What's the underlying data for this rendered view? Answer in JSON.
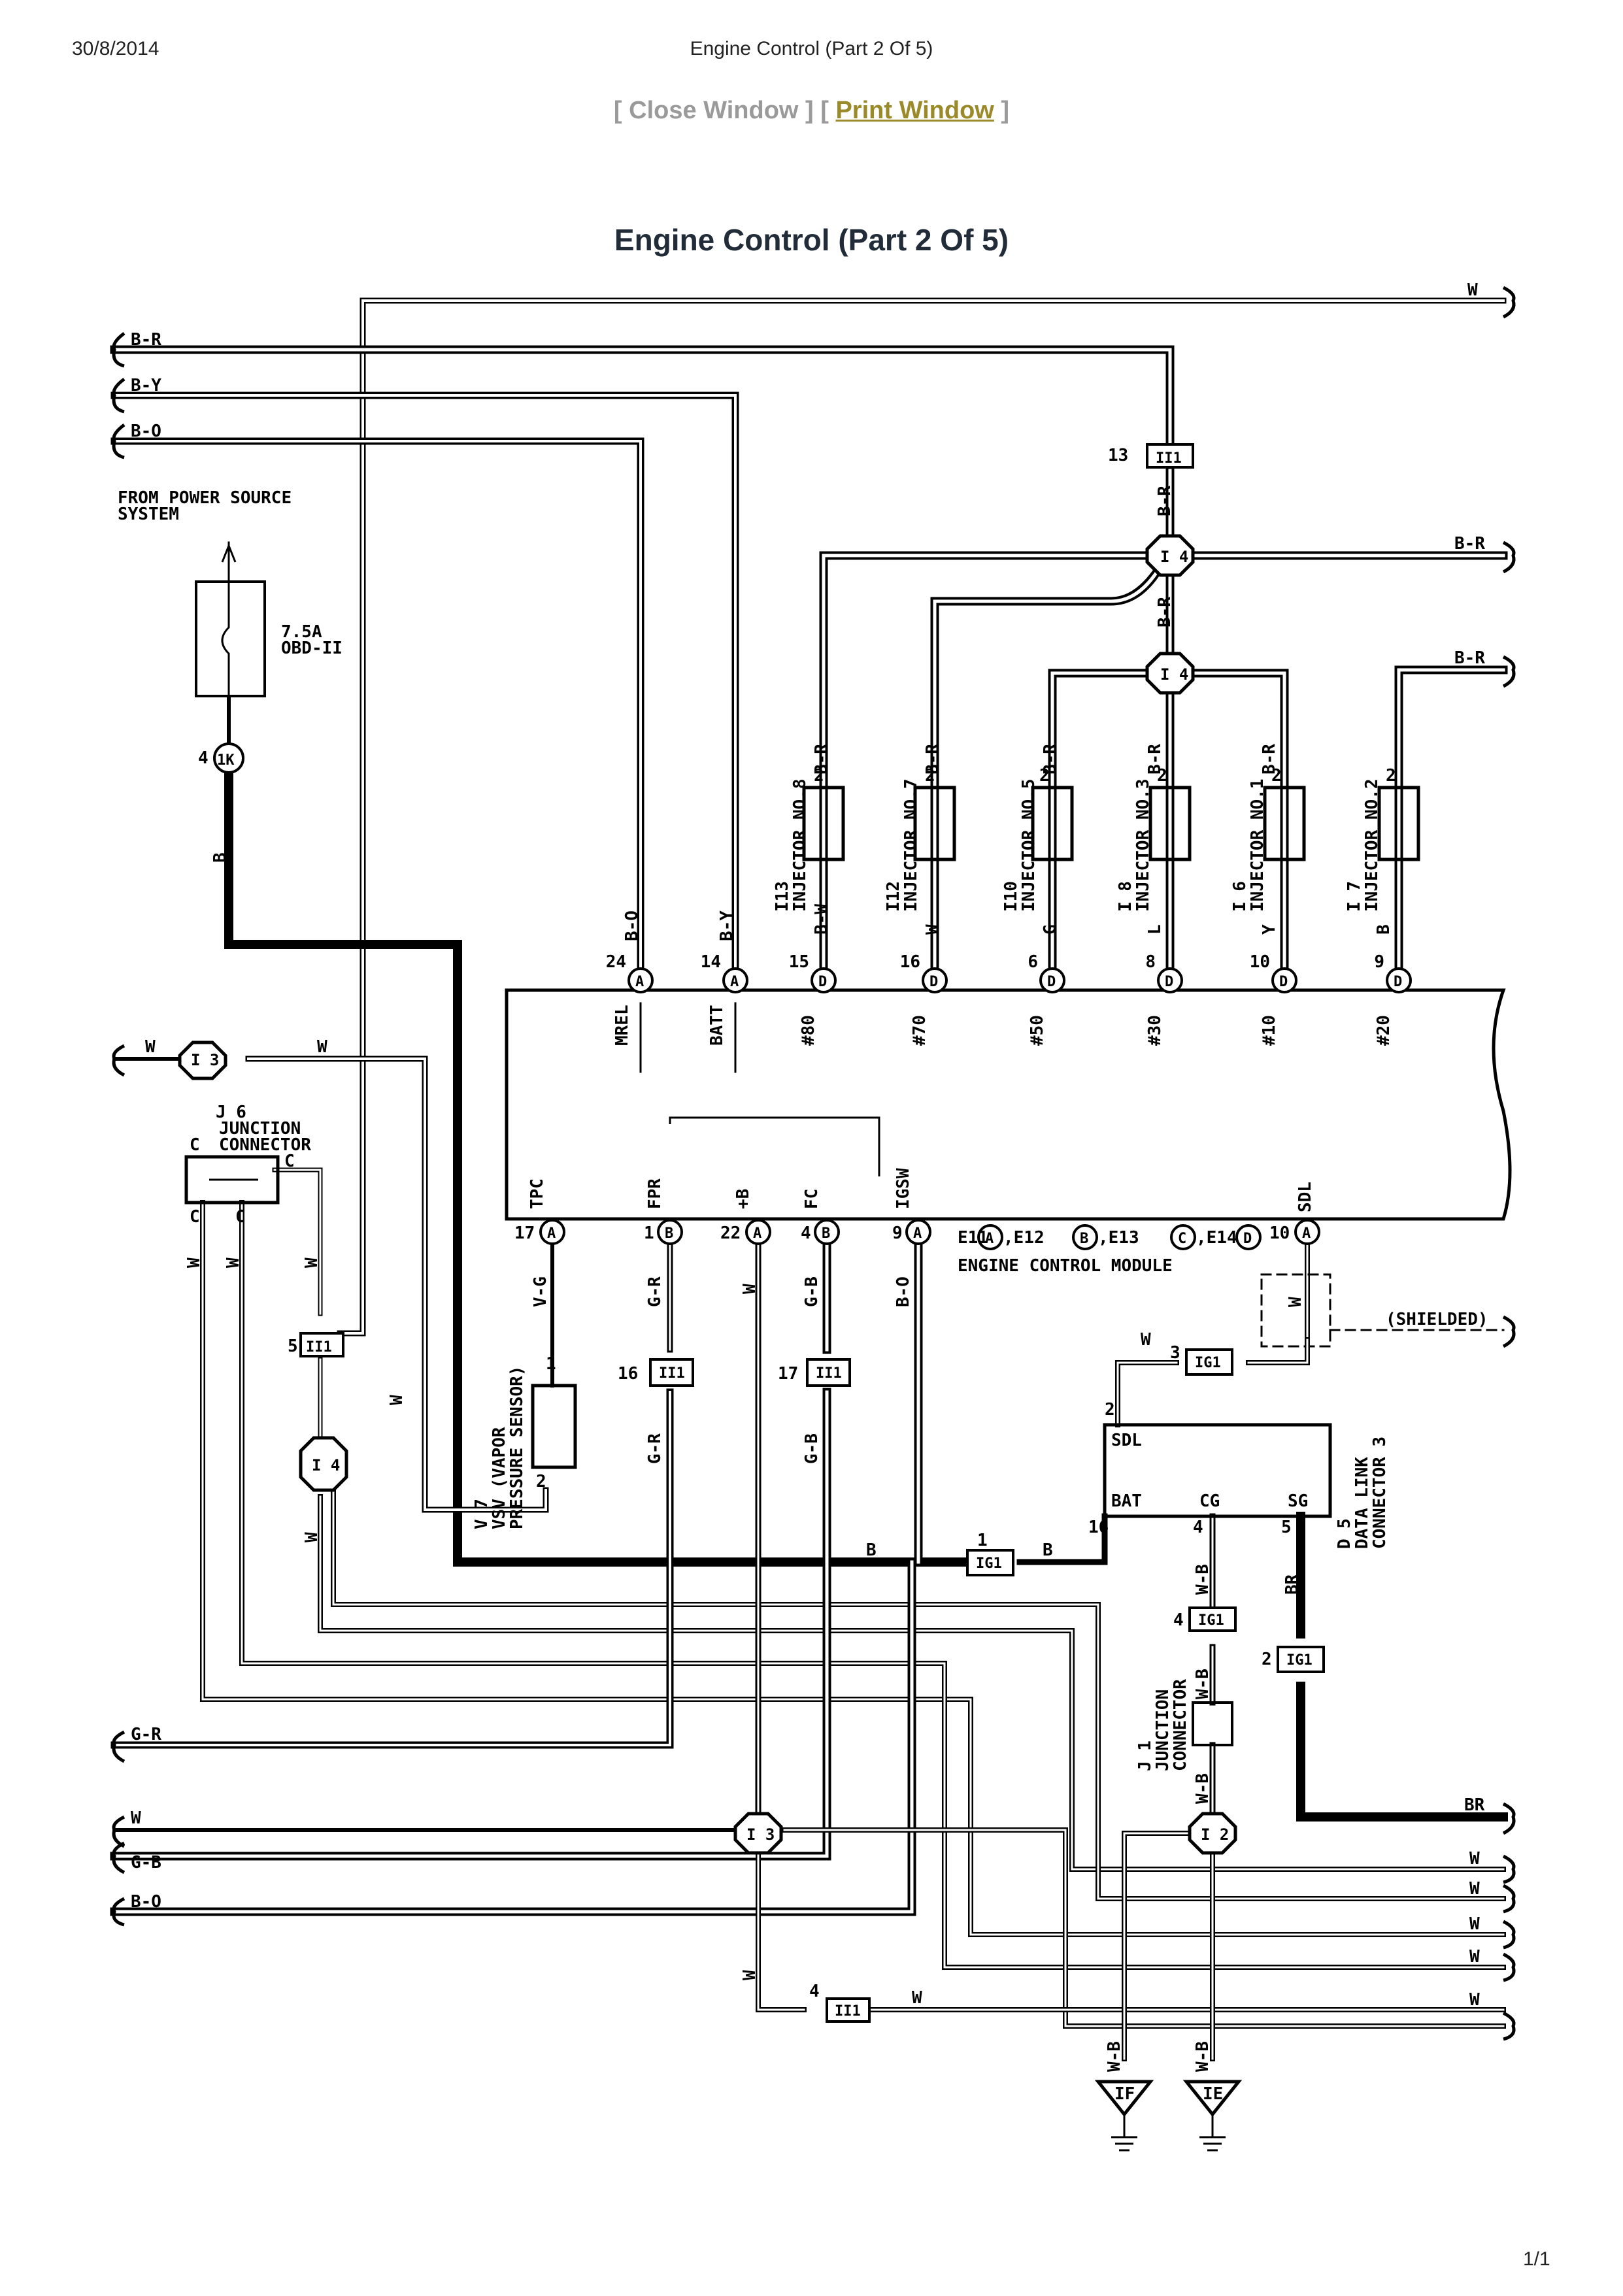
{
  "header": {
    "date": "30/8/2014",
    "title": "Engine Control (Part 2 Of 5)"
  },
  "nav": {
    "open1": "[ ",
    "close": "Close Window",
    "mid": " ] [ ",
    "print": "Print Window",
    "end": " ]"
  },
  "page_title": "Engine Control (Part 2 Of 5)",
  "footer": {
    "page": "1/1"
  },
  "diagram": {
    "wire_left_br": "B-R",
    "wire_left_by": "B-Y",
    "wire_left_bo": "B-O",
    "wire_top_w": "W",
    "power_src_1": "FROM POWER SOURCE",
    "power_src_2": "SYSTEM",
    "fuse_1": "7.5A",
    "fuse_2": "OBD-II",
    "pin_1k": "1K",
    "pin_1k_num": "4",
    "wire_b": "B",
    "conn_i3": "I 3",
    "conn_i4": "I 4",
    "conn_i2": "I 2",
    "conn_ii1": "II1",
    "conn_ig1": "IG1",
    "w": "W",
    "j6_1": "J 6",
    "j6_2": "JUNCTION",
    "j6_3": "CONNECTOR",
    "c": "C",
    "pin_13": "13",
    "pin_5": "5",
    "pin_16": "16",
    "pin_17": "17",
    "pin_1": "1",
    "pin_2": "2",
    "pin_3": "3",
    "pin_4": "4",
    "pin_22": "22",
    "pin_9": "9",
    "pin_10": "10",
    "pin_24": "24",
    "pin_14": "14",
    "pin_15": "15",
    "pin_6": "6",
    "pin_8": "8",
    "wire_br": "B-R",
    "wire_bo": "B-O",
    "wire_by": "B-Y",
    "wire_bw": "B-W",
    "wire_g": "G",
    "wire_l": "L",
    "wire_y": "Y",
    "wire_vg": "V-G",
    "wire_gr": "G-R",
    "wire_gb": "G-B",
    "wire_wb": "W-B",
    "wire_brown": "BR",
    "inj8_1": "I13",
    "inj8_2": "INJECTOR NO.8",
    "inj7_1": "I12",
    "inj7_2": "INJECTOR NO.7",
    "inj5_1": "I10",
    "inj5_2": "INJECTOR NO.5",
    "inj3_1": "I 8",
    "inj3_2": "INJECTOR NO.3",
    "inj1_1": "I 6",
    "inj1_2": "INJECTOR NO.1",
    "inj2_1": "I 7",
    "inj2_2": "INJECTOR NO.2",
    "ecm_mrel": "MREL",
    "ecm_batt": "BATT",
    "ecm_80": "#80",
    "ecm_70": "#70",
    "ecm_50": "#50",
    "ecm_30": "#30",
    "ecm_10": "#10",
    "ecm_20": "#20",
    "ecm_tpc": "TPC",
    "ecm_fpr": "FPR",
    "ecm_plusb": "+B",
    "ecm_fc": "FC",
    "ecm_igsw": "IGSW",
    "ecm_sdl": "SDL",
    "ecm_a": "A",
    "ecm_b": "B",
    "ecm_c": "C",
    "ecm_d": "D",
    "ecm_conn_e11": "E11",
    "ecm_conn_e12": ",E12",
    "ecm_conn_e13": ",E13",
    "ecm_conn_e14": ",E14",
    "ecm_name": "ENGINE CONTROL MODULE",
    "v7_1": "V 7",
    "v7_2": "VSV (VAPOR",
    "v7_3": "PRESSURE SENSOR)",
    "shielded": "(SHIELDED)",
    "dlc_sdl": "SDL",
    "dlc_bat": "BAT",
    "dlc_cg": "CG",
    "dlc_sg": "SG",
    "d5_1": "D 5",
    "d5_2": "DATA LINK",
    "d5_3": "CONNECTOR 3",
    "j1_1": "J 1",
    "j1_2": "JUNCTION",
    "j1_3": "CONNECTOR",
    "ground_if": "IF",
    "ground_ie": "IE"
  }
}
